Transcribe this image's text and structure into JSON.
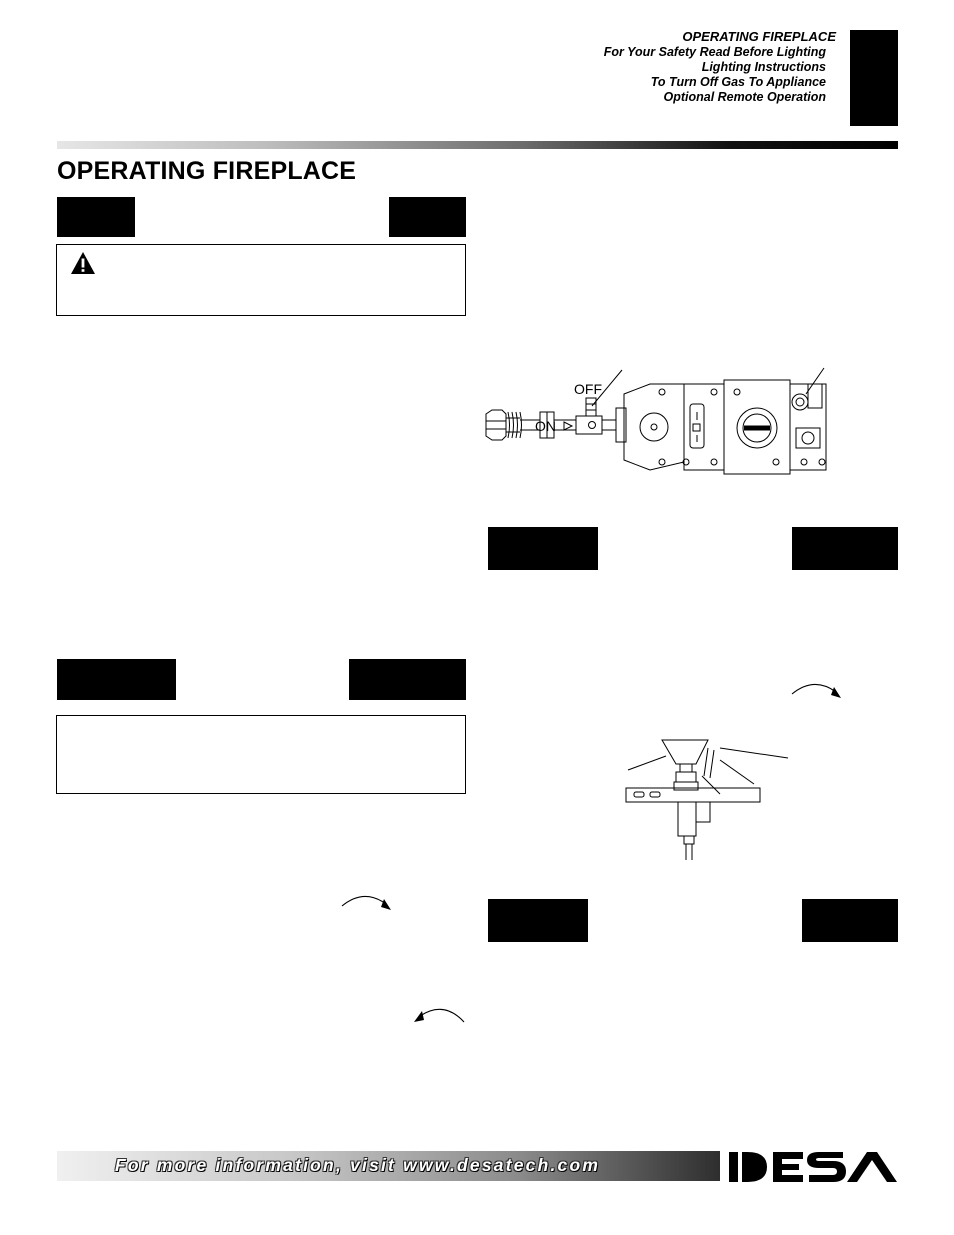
{
  "header": {
    "lines": [
      "OPERATING FIREPLACE",
      "For Your Safety Read Before Lighting",
      "Lighting Instructions",
      "To Turn Off Gas To Appliance",
      "Optional Remote Operation"
    ]
  },
  "page_title": "OPERATING FIREPLACE",
  "gas_control": {
    "off_label": "OFF",
    "on_label": "ON"
  },
  "footer": {
    "text": "For more information, visit www.desatech.com",
    "logo_text": "DESA"
  }
}
